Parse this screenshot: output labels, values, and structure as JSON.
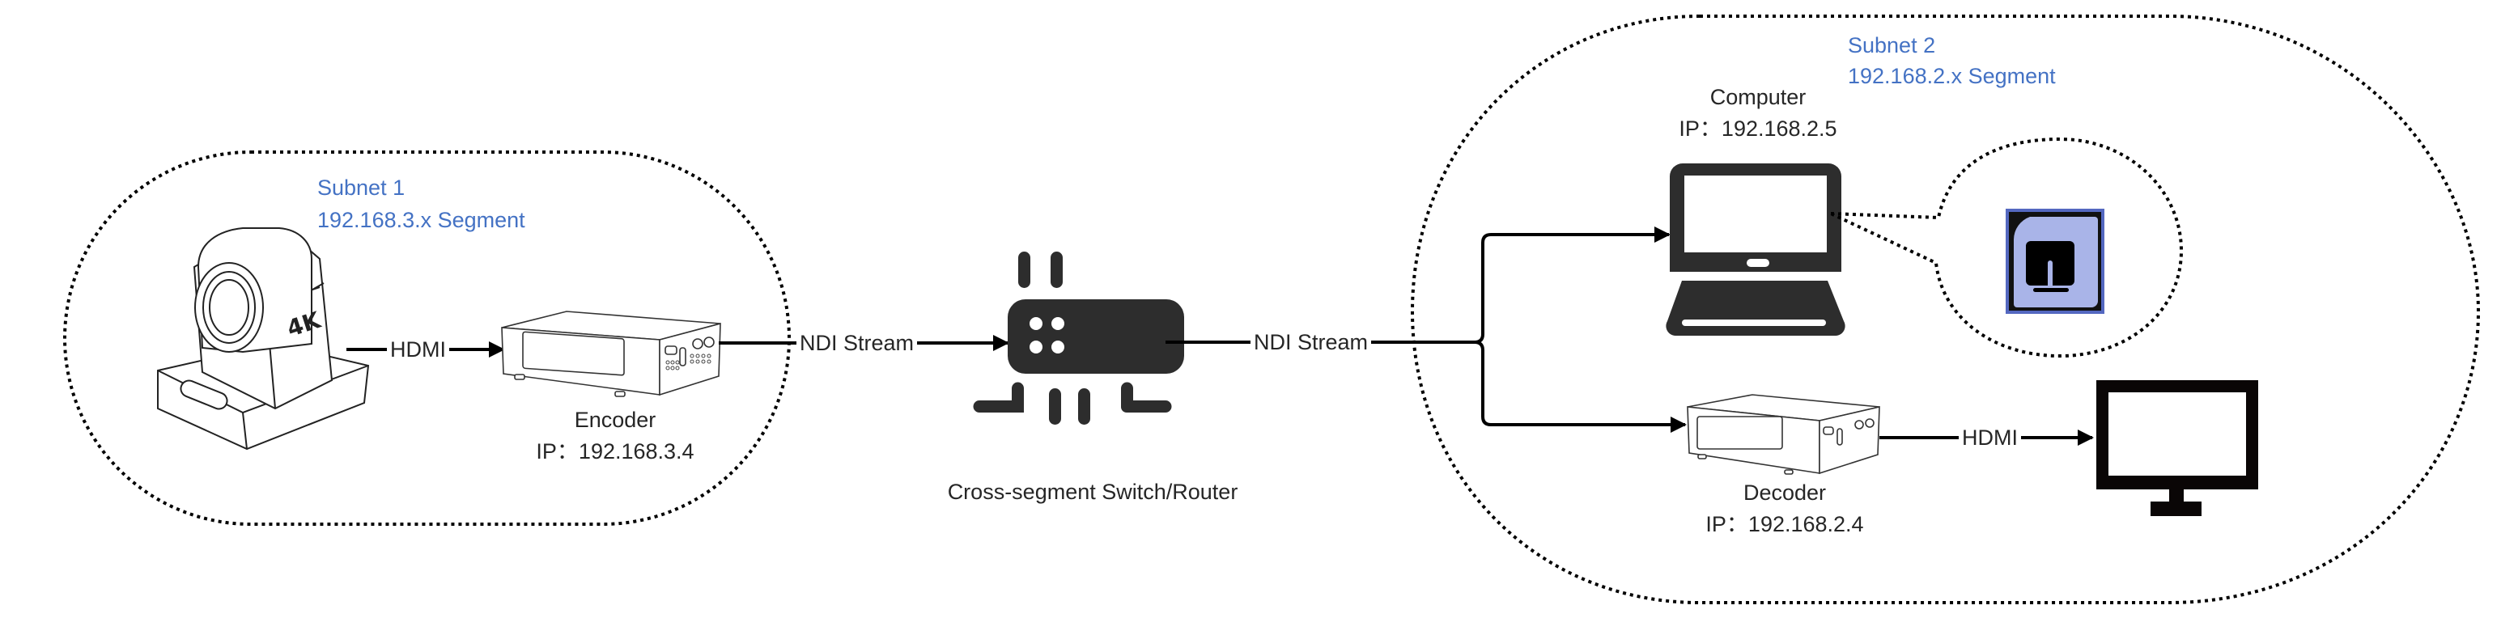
{
  "diagram": {
    "type": "network-topology",
    "colors": {
      "subnet_label": "#4472C4",
      "device_dark": "#2D2D2D",
      "line": "#000000",
      "ndi_icon_bg": "#A9B4E8",
      "ndi_icon_border": "#5468C0"
    },
    "subnets": [
      {
        "id": "subnet1",
        "title": "Subnet 1",
        "segment": "192.168.3.x  Segment"
      },
      {
        "id": "subnet2",
        "title": "Subnet 2",
        "segment": "192.168.2.x  Segment"
      }
    ],
    "nodes": {
      "camera": {
        "name": "PTZ Camera",
        "badge": "4K",
        "icon": "ptz-camera-icon"
      },
      "encoder": {
        "name": "Encoder",
        "ip": "IP：192.168.3.4",
        "icon": "encoder-box-icon"
      },
      "router": {
        "name": "Cross-segment Switch/Router",
        "icon": "router-icon"
      },
      "computer": {
        "name": "Computer",
        "ip": "IP：192.168.2.5",
        "icon": "laptop-icon"
      },
      "ndi_app": {
        "name": "NDI app",
        "icon": "ndi-tools-icon"
      },
      "decoder": {
        "name": "Decoder",
        "ip": "IP：192.168.2.4",
        "icon": "decoder-box-icon"
      },
      "monitor": {
        "name": "Monitor",
        "icon": "monitor-icon"
      }
    },
    "edges": [
      {
        "from": "camera",
        "to": "encoder",
        "label": "HDMI"
      },
      {
        "from": "encoder",
        "to": "router",
        "label": "NDI Stream"
      },
      {
        "from": "router",
        "to": "computer",
        "label": "NDI Stream"
      },
      {
        "from": "router",
        "to": "decoder",
        "label": "NDI Stream"
      },
      {
        "from": "decoder",
        "to": "monitor",
        "label": "HDMI"
      }
    ]
  }
}
